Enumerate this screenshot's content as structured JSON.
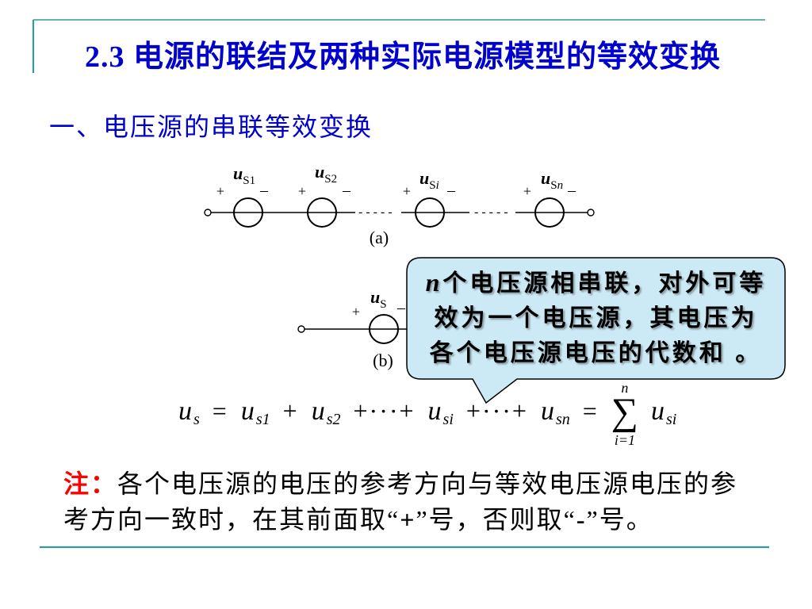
{
  "slide": {
    "title": "2.3 电源的联结及两种实际电源模型的等效变换",
    "subtitle": "一、电压源的串联等效变换",
    "colors": {
      "title": "#0000cc",
      "note_label": "#ff0000",
      "rule": "#339999",
      "callout_fill": "#cceaf6"
    }
  },
  "circuit_a": {
    "sources": [
      {
        "plus": "+",
        "minus": "–",
        "var": "u",
        "sub": "S",
        "idx": "1"
      },
      {
        "plus": "+",
        "minus": "–",
        "var": "u",
        "sub": "S",
        "idx": "2"
      },
      {
        "plus": "+",
        "minus": "–",
        "var": "u",
        "sub": "S",
        "idx": "i"
      },
      {
        "plus": "+",
        "minus": "–",
        "var": "u",
        "sub": "S",
        "idx": "n"
      }
    ],
    "ellipses": [
      "-----",
      "-----"
    ],
    "caption": "(a)"
  },
  "circuit_b": {
    "source": {
      "plus": "+",
      "minus": "–",
      "var": "u",
      "sub": "S"
    },
    "caption": "(b)"
  },
  "callout": {
    "var": "n",
    "lines": [
      "个电压源相串联，对外可等",
      "效为一个电压源，其电压为",
      "各个电压源电压的代数和 。"
    ]
  },
  "equation": {
    "terms": [
      {
        "base": "u",
        "sub": "s"
      },
      {
        "op": "="
      },
      {
        "base": "u",
        "sub": "s1"
      },
      {
        "op": "+"
      },
      {
        "base": "u",
        "sub": "s2"
      },
      {
        "op": "+···+"
      },
      {
        "base": "u",
        "sub": "si"
      },
      {
        "op": "+···+"
      },
      {
        "base": "u",
        "sub": "sn"
      },
      {
        "op": "="
      },
      {
        "sum": "∑",
        "upper": "n",
        "lower": "i=1"
      },
      {
        "base": "u",
        "sub": "si"
      }
    ]
  },
  "note": {
    "label": "注：",
    "line1": "各个电压源的电压的参考方向与等效电压源电压的参",
    "line2": [
      "考方向一致时，在其前面取“",
      "+",
      "”号，否则取“",
      "-",
      "”号。"
    ]
  }
}
